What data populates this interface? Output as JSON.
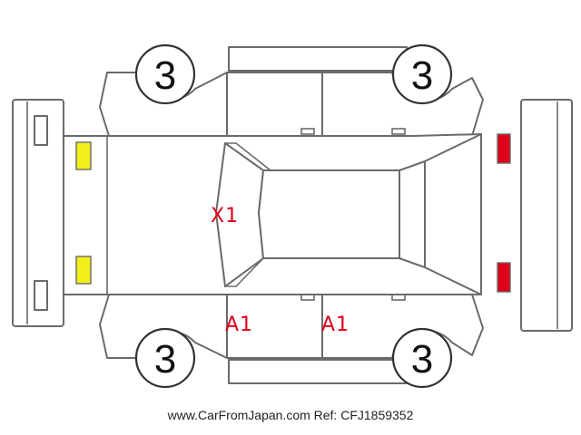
{
  "wheels": {
    "front_left": "3",
    "front_right": "3",
    "rear_left": "3",
    "rear_right": "3"
  },
  "damage_marks": {
    "roof": "X1",
    "front_door": "A1",
    "rear_door": "A1"
  },
  "colors": {
    "damage_text": "#e0001b",
    "headlamp": "#f2ee1a",
    "taillamp": "#e0001b",
    "outline": "#6a6a6a"
  },
  "watermark": "www.CarFromJapan.com Ref: CFJ1859352"
}
